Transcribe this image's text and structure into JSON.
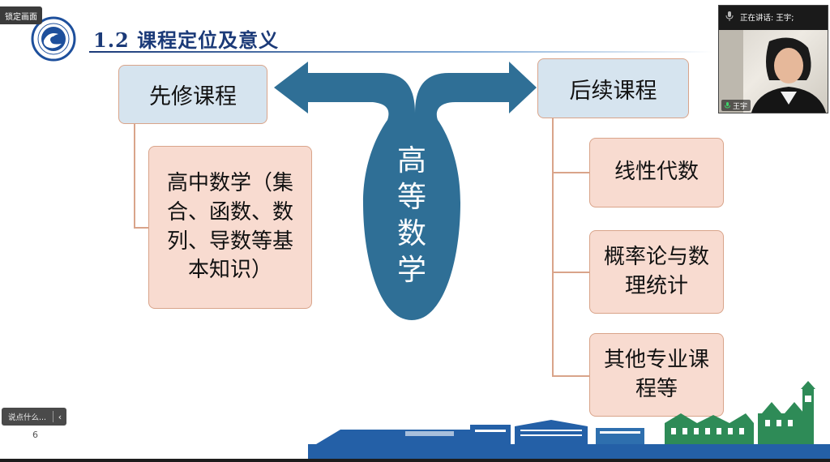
{
  "overlay": {
    "lock_label": "锁定画面",
    "chat_placeholder": "说点什么...",
    "chat_toggle_icon": "‹"
  },
  "video": {
    "speaking_label": "正在讲话: 王宇;",
    "name_tag": "王宇"
  },
  "slide": {
    "title": "1.2 课程定位及意义",
    "page_number": "6",
    "center_label": [
      "高",
      "等",
      "数",
      "学"
    ],
    "left_header": "先修课程",
    "left_item": "高中数学（集合、函数、数列、导数等基本知识）",
    "right_header": "后续课程",
    "right_items": [
      "线性代数",
      "概率论与数理统计",
      "其他专业课程等"
    ]
  },
  "colors": {
    "arrow_fill": "#2f6f96",
    "header_box": "#d6e4ef",
    "item_box": "#f8dbd0",
    "box_border": "#d9a48a",
    "title": "#1b3a78",
    "skyline_blue": "#2460a7",
    "skyline_green": "#2e8b57"
  }
}
